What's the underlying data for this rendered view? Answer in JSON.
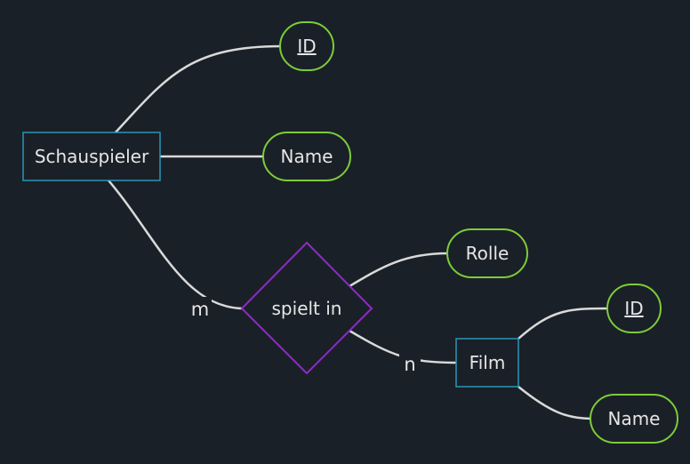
{
  "entities": {
    "schauspieler": {
      "label": "Schauspieler"
    },
    "film": {
      "label": "Film"
    }
  },
  "relationship": {
    "label": "spielt in"
  },
  "attributes": {
    "schauspieler_id": {
      "label": "ID",
      "key": true
    },
    "schauspieler_name": {
      "label": "Name",
      "key": false
    },
    "rolle": {
      "label": "Rolle",
      "key": false
    },
    "film_id": {
      "label": "ID",
      "key": true
    },
    "film_name": {
      "label": "Name",
      "key": false
    }
  },
  "cardinalities": {
    "schauspieler_side": "m",
    "film_side": "n"
  },
  "colors": {
    "background": "#1a2027",
    "edge": "#d9d9d9",
    "entity_border": "#2a95b8",
    "attribute_border": "#7ccc3a",
    "relationship_border": "#8c2cc5",
    "text": "#e6e6e6"
  }
}
